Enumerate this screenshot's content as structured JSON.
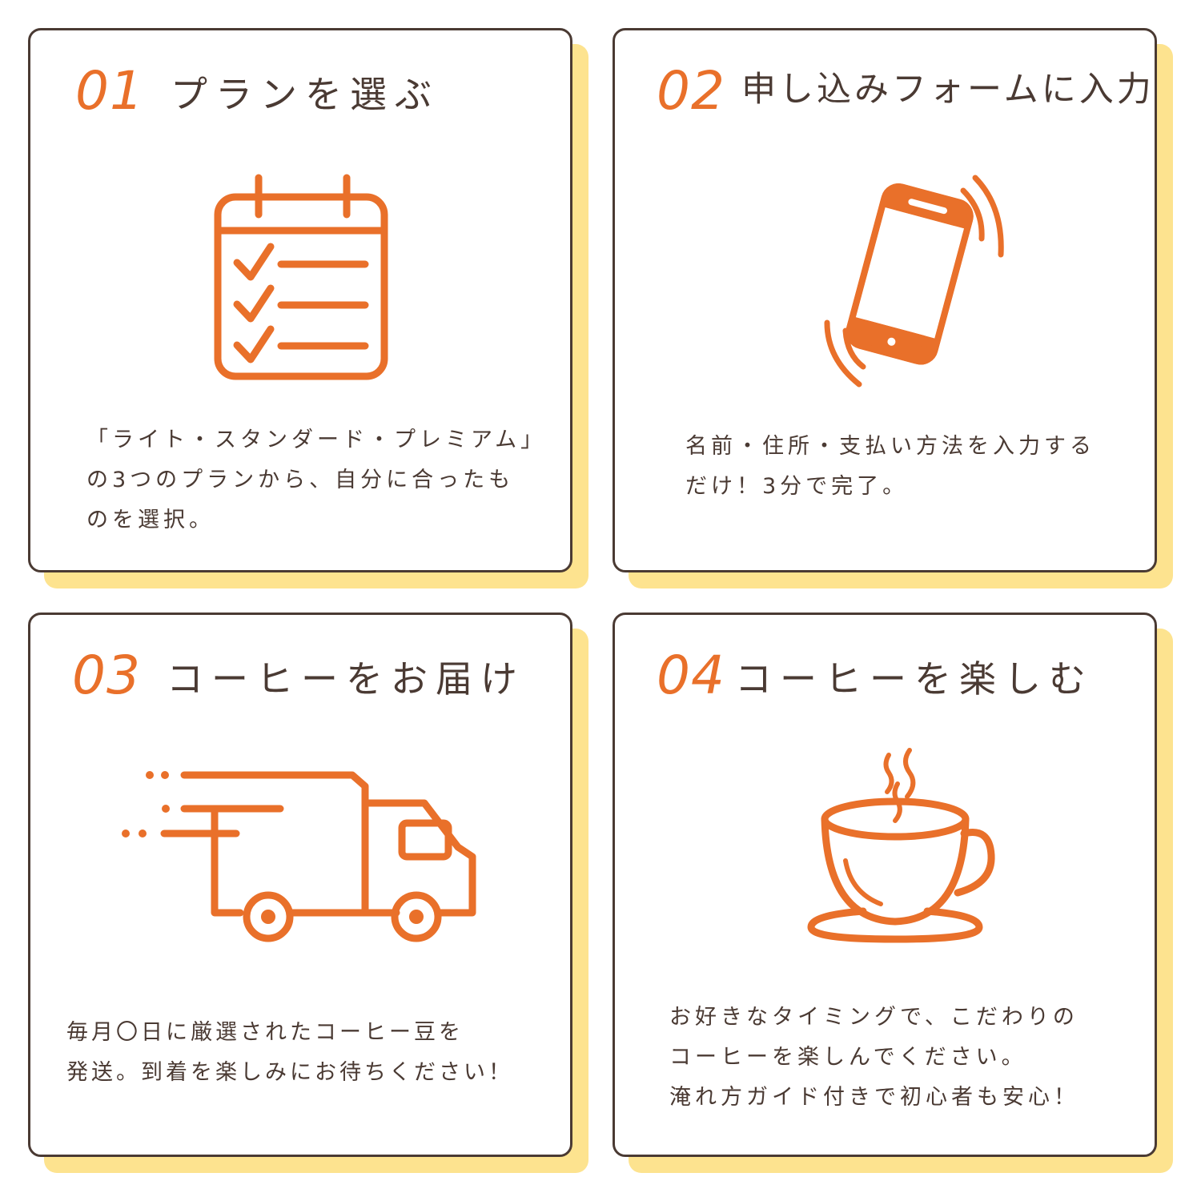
{
  "accent_color": "#e9702a",
  "text_color": "#4a3a33",
  "shadow_color": "#fde38f",
  "steps": [
    {
      "number": "01",
      "title": "プランを選ぶ",
      "icon": "calendar-checklist-icon",
      "description": [
        "「ライト・スタンダード・プレミアム」",
        "の3つのプランから、自分に合ったも",
        "のを選択。"
      ]
    },
    {
      "number": "02",
      "title": "申し込みフォームに入力",
      "icon": "smartphone-vibrating-icon",
      "description": [
        "名前・住所・支払い方法を入力する",
        "だけ！3分で完了。"
      ]
    },
    {
      "number": "03",
      "title": "コーヒーをお届け",
      "icon": "delivery-truck-icon",
      "description": [
        "毎月〇日に厳選されたコーヒー豆を",
        "発送。到着を楽しみにお待ちください！"
      ]
    },
    {
      "number": "04",
      "title": "コーヒーを楽しむ",
      "icon": "coffee-cup-icon",
      "description": [
        "お好きなタイミングで、こだわりの",
        "コーヒーを楽しんでください。",
        "淹れ方ガイド付きで初心者も安心！"
      ]
    }
  ]
}
